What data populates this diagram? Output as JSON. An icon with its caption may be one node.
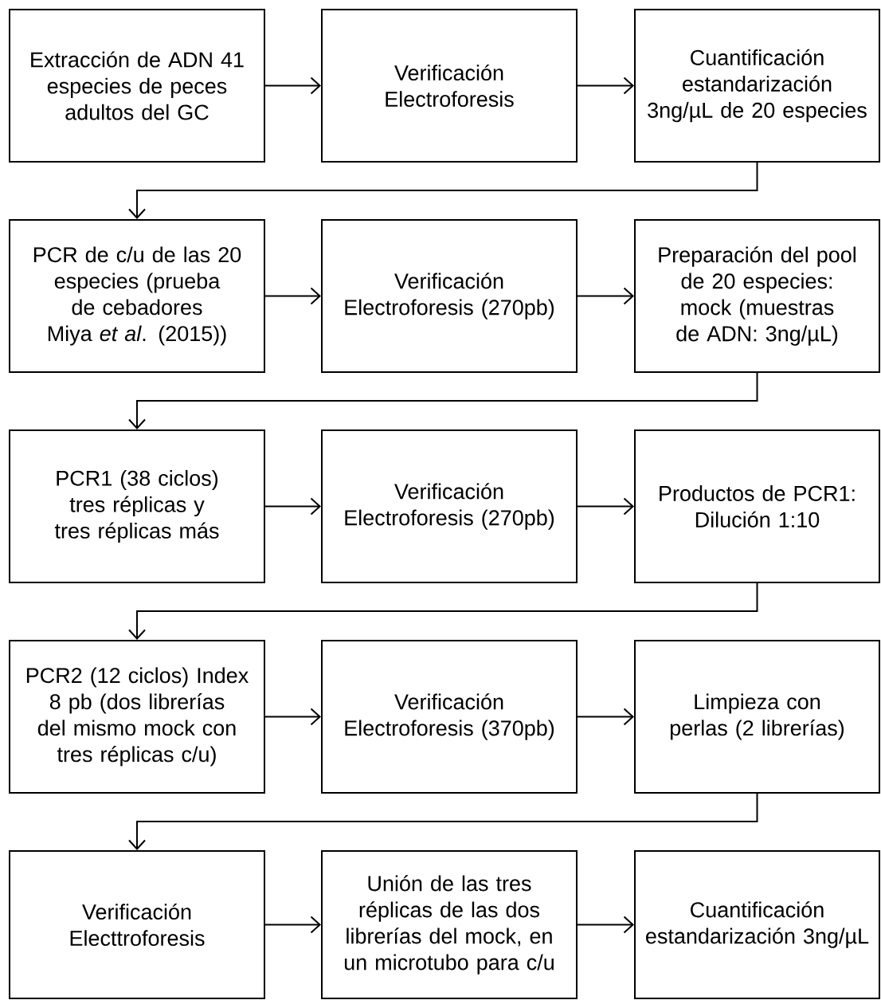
{
  "diagram": {
    "nodes": [
      {
        "text": [
          "Extracción de ADN 41 especies de peces adultos del GC"
        ]
      },
      {
        "text": [
          "Verificación Electroforesis"
        ]
      },
      {
        "text": [
          "Cuantificación estandarización 3ng/µL de 20 especies"
        ]
      },
      {
        "text": [
          "PCR de c/u de las 20 especies (prueba de cebadores Miya *et al*. (2015))"
        ]
      },
      {
        "text": [
          "Verificación Electroforesis (270pb)"
        ]
      },
      {
        "text": [
          "Preparación del pool de 20 especies: mock (muestras de ADN: 3ng/µL)"
        ]
      },
      {
        "text": [
          "PCR1 (38 ciclos) tres réplicas y tres réplicas más"
        ]
      },
      {
        "text": [
          "Verificación Electroforesis (270pb)"
        ]
      },
      {
        "text": [
          "Productos de PCR1: Dilución 1:10"
        ]
      },
      {
        "text": [
          "PCR2 (12 ciclos) Index 8 pb (dos librerías del mismo mock con tres réplicas c/u)"
        ]
      },
      {
        "text": [
          "Verificación Electroforesis (370pb)"
        ]
      },
      {
        "text": [
          "Limpieza con perlas (2 librerías)"
        ]
      },
      {
        "text": [
          "Verificación Electtroforesis"
        ]
      },
      {
        "text": [
          "Unión de las tres réplicas de las dos librerías del mock, en un  microtubo para c/u"
        ]
      },
      {
        "text": [
          "Cuantificación estandarización 3ng/µL"
        ]
      }
    ],
    "edges": [
      {
        "from": 0,
        "to": 1,
        "arrow": "to"
      },
      {
        "from": 1,
        "to": 2,
        "arrow": "to"
      },
      {
        "from": 2,
        "to": 3,
        "arrow": "to"
      },
      {
        "from": 3,
        "to": 4,
        "arrow": "to"
      },
      {
        "from": 4,
        "to": 5,
        "arrow": "to"
      },
      {
        "from": 5,
        "to": 6,
        "arrow": "to"
      },
      {
        "from": 6,
        "to": 7,
        "arrow": "to"
      },
      {
        "from": 7,
        "to": 8,
        "arrow": "to"
      },
      {
        "from": 8,
        "to": 9,
        "arrow": "to"
      },
      {
        "from": 9,
        "to": 10,
        "arrow": "to"
      },
      {
        "from": 10,
        "to": 11,
        "arrow": "to"
      },
      {
        "from": 11,
        "to": 12,
        "arrow": "to"
      },
      {
        "from": 12,
        "to": 13,
        "arrow": "to"
      },
      {
        "from": 13,
        "to": 14,
        "arrow": "to"
      }
    ]
  }
}
